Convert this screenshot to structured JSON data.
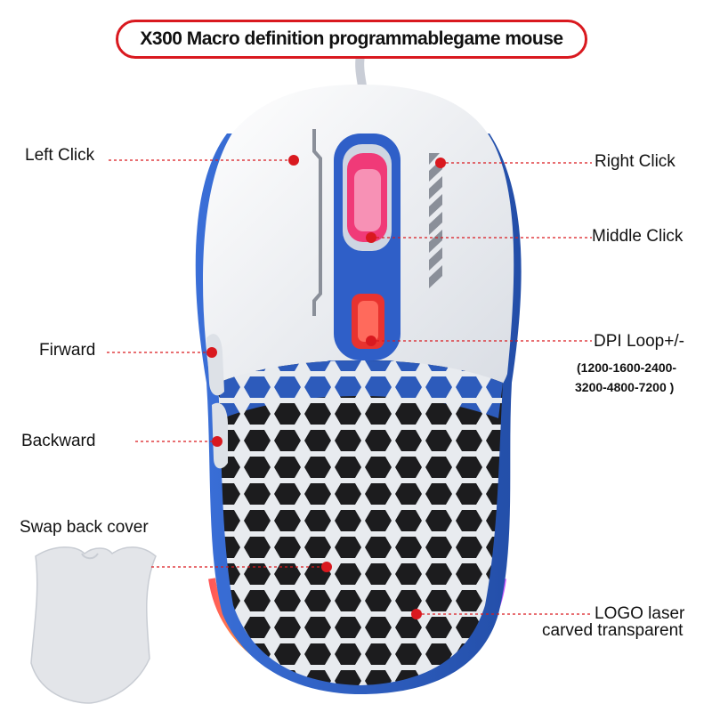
{
  "title": "X300  Macro definition programmablegame mouse",
  "labels": {
    "left_click": "Left Click",
    "right_click": "Right Click",
    "middle_click": "Middle Click",
    "dpi_loop": "DPI Loop+/-",
    "dpi_values_line1": "(1200-1600-2400-",
    "dpi_values_line2": "3200-4800-7200 )",
    "forward": "Firward",
    "backward": "Backward",
    "swap_cover": "Swap back cover",
    "logo_line1": "LOGO laser",
    "logo_line2": "carved transparent"
  },
  "colors": {
    "accent_red": "#d9191f",
    "mouse_white": "#eef0f3",
    "mouse_blue": "#2f5fc8",
    "wheel_pink": "#f03a78",
    "dpi_red": "#e8332f"
  }
}
